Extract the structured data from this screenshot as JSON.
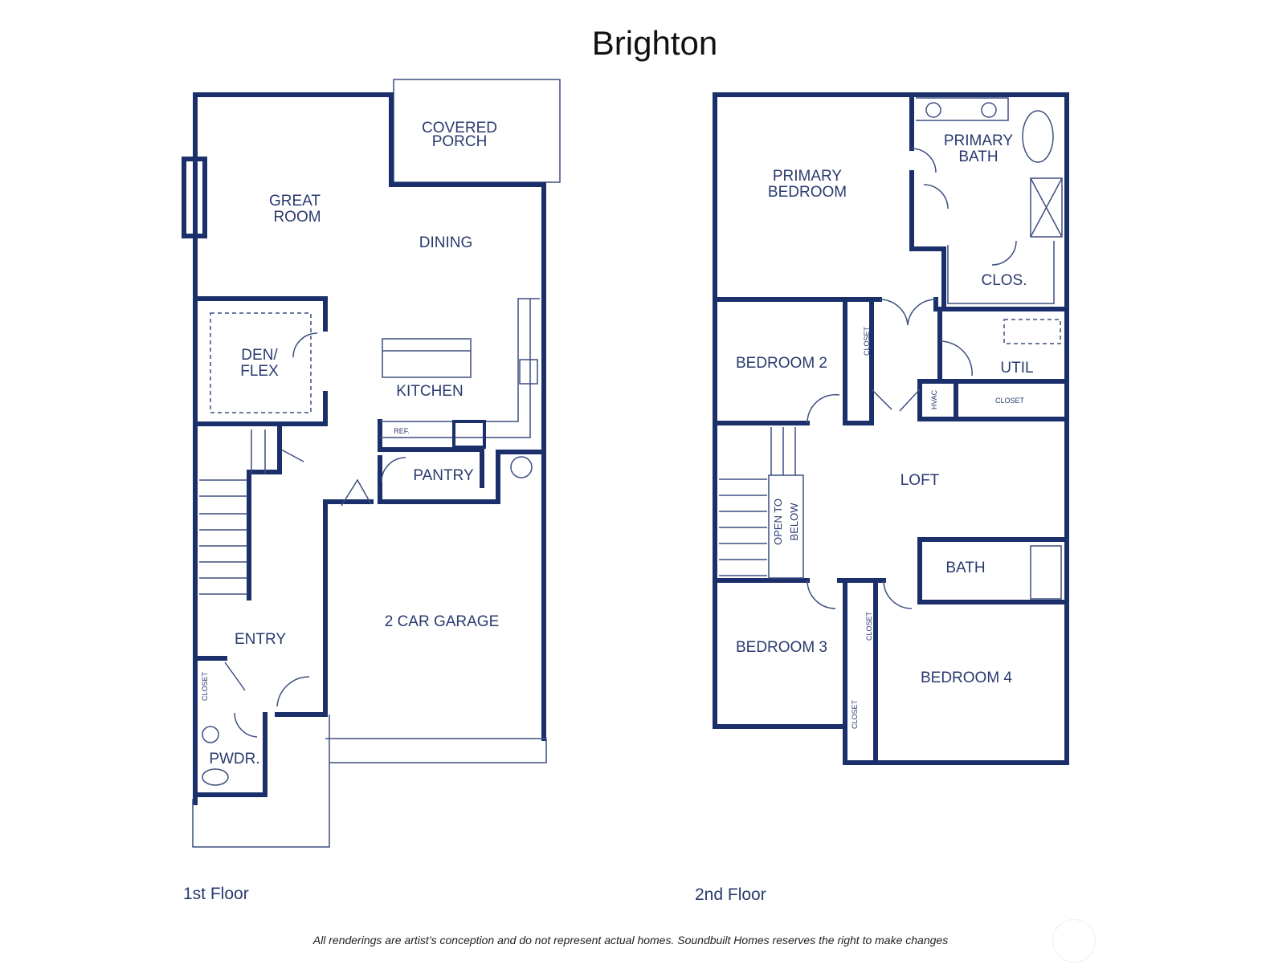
{
  "title": "Brighton",
  "floors": [
    {
      "label": "1st Floor",
      "rooms": [
        "COVERED",
        "PORCH",
        "GREAT",
        "ROOM",
        "DINING",
        "DEN/",
        "FLEX",
        "KITCHEN",
        "REF.",
        "PANTRY",
        "2 CAR GARAGE",
        "ENTRY",
        "CLOSET",
        "PWDR."
      ]
    },
    {
      "label": "2nd Floor",
      "rooms": [
        "PRIMARY",
        "BEDROOM",
        "PRIMARY",
        "BATH",
        "CLOS.",
        "BEDROOM 2",
        "CLOSET",
        "UTIL",
        "HVAC",
        "CLOSET",
        "LOFT",
        "OPEN TO",
        "BELOW",
        "BATH",
        "BEDROOM 3",
        "CLOSET",
        "BEDROOM 4",
        "CLOSET"
      ]
    }
  ],
  "disclaimer": "All renderings are artist’s conception and do not represent actual homes. Soundbuilt Homes reserves the right to make changes",
  "colors": {
    "wall": "#1b2f6b",
    "text": "#2a3a6e"
  }
}
